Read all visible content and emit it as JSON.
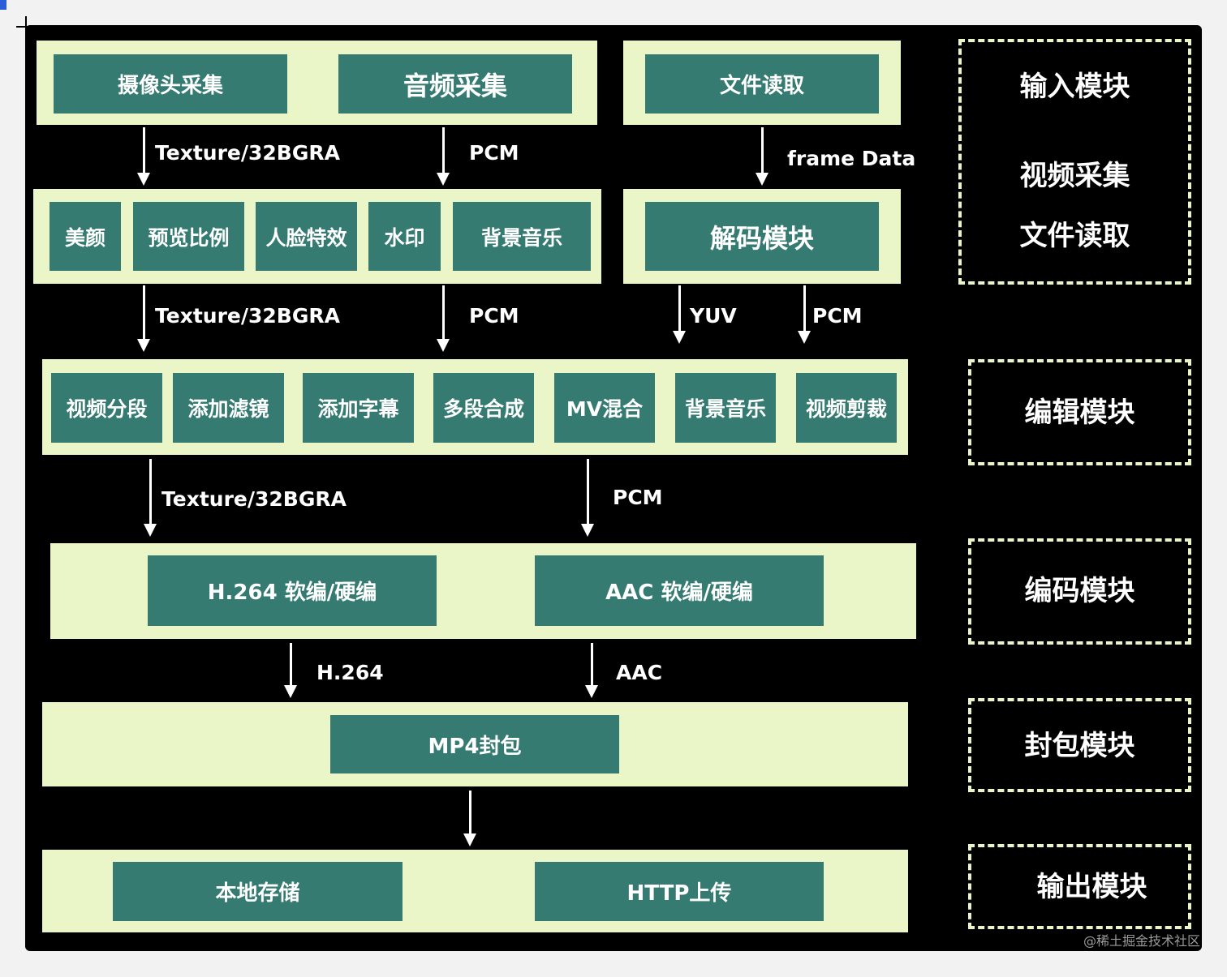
{
  "input": {
    "camera": "摄像头采集",
    "audio": "音频采集",
    "file_read": "文件读取"
  },
  "labels": {
    "tex1": "Texture/32BGRA",
    "pcm1": "PCM",
    "frame_data": "frame Data",
    "tex2": "Texture/32BGRA",
    "pcm2": "PCM",
    "yuv": "YUV",
    "pcm3": "PCM",
    "tex3": "Texture/32BGRA",
    "pcm4": "PCM",
    "h264": "H.264",
    "aac": "AAC"
  },
  "filters": [
    "美颜",
    "预览比例",
    "人脸特效",
    "水印",
    "背景音乐"
  ],
  "decode": "解码模块",
  "edit": [
    "视频分段",
    "添加滤镜",
    "添加字幕",
    "多段合成",
    "MV混合",
    "背景音乐",
    "视频剪裁"
  ],
  "encode": {
    "video": "H.264 软编/硬编",
    "audio": "AAC 软编/硬编"
  },
  "mux": "MP4封包",
  "output": {
    "local": "本地存储",
    "http": "HTTP上传"
  },
  "side": {
    "input_title": "输入模块",
    "input_video": "视频采集",
    "input_file": "文件读取",
    "edit_title": "编辑模块",
    "encode_title": "编码模块",
    "mux_title": "封包模块",
    "output_title": "输出模块"
  },
  "watermark": "@稀土掘金技术社区"
}
